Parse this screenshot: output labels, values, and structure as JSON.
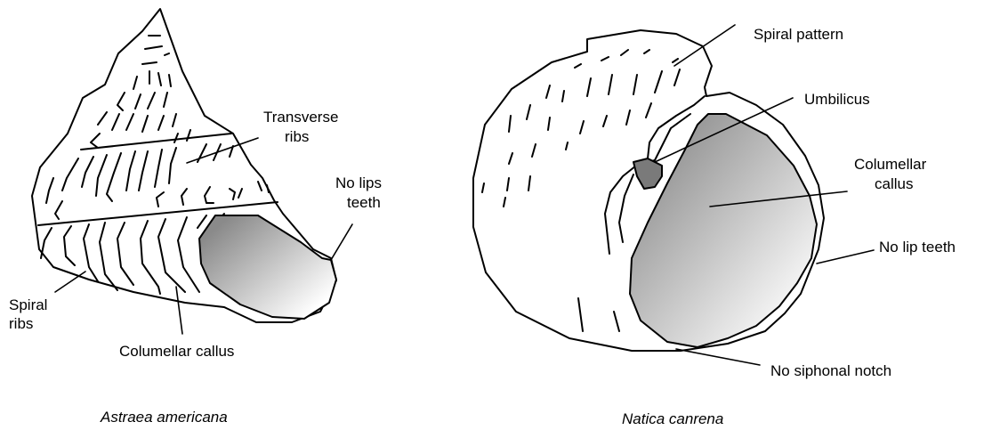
{
  "colors": {
    "outline": "#000000",
    "aperture_light": "#ffffff",
    "aperture_dark": "#8a8a8a",
    "umbilicus": "#7a7a7a"
  },
  "astraea": {
    "caption": "Astraea americana",
    "labels": {
      "transverse_ribs_1": "Transverse",
      "transverse_ribs_2": "ribs",
      "no_lips_teeth_1": "No lips",
      "no_lips_teeth_2": "teeth",
      "spiral_ribs_1": "Spiral",
      "spiral_ribs_2": "ribs",
      "columellar_callus": "Columellar callus"
    }
  },
  "natica": {
    "caption": "Natica canrena",
    "labels": {
      "spiral_pattern": "Spiral pattern",
      "umbilicus": "Umbilicus",
      "columellar_callus_1": "Columellar",
      "columellar_callus_2": "callus",
      "no_lip_teeth": "No lip teeth",
      "no_siphonal_notch": "No siphonal notch"
    }
  }
}
